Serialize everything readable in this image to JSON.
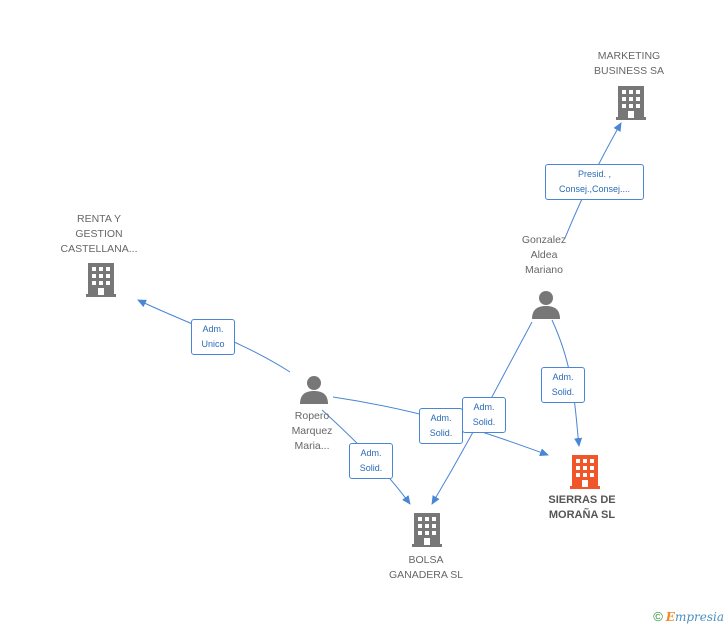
{
  "nodes": {
    "marketing": {
      "lines": [
        "MARKETING",
        "BUSINESS SA"
      ],
      "kind": "company"
    },
    "renta": {
      "lines": [
        "RENTA Y",
        "GESTION",
        "CASTELLANA..."
      ],
      "kind": "company"
    },
    "gonzalez": {
      "lines": [
        "Gonzalez",
        "Aldea",
        "Mariano"
      ],
      "kind": "person"
    },
    "ropero": {
      "lines": [
        "Ropero",
        "Marquez",
        "Maria..."
      ],
      "kind": "person"
    },
    "sierras": {
      "lines": [
        "SIERRAS DE",
        "MORAÑA SL"
      ],
      "kind": "focus-company"
    },
    "bolsa": {
      "lines": [
        "BOLSA",
        "GANADERA SL"
      ],
      "kind": "company"
    }
  },
  "edges": {
    "gonzalez_marketing": {
      "lines": [
        "Presid. ,",
        "Consej.,Consej...."
      ]
    },
    "ropero_renta": {
      "lines": [
        "Adm.",
        "Unico"
      ]
    },
    "gonzalez_sierras": {
      "lines": [
        "Adm.",
        "Solid."
      ]
    },
    "ropero_sierras": {
      "lines": [
        "Adm.",
        "Solid."
      ]
    },
    "gonzalez_bolsa": {
      "lines": [
        "Adm.",
        "Solid."
      ]
    },
    "ropero_bolsa": {
      "lines": [
        "Adm.",
        "Solid."
      ]
    }
  },
  "colors": {
    "company": "#777777",
    "focus": "#f0562a",
    "person": "#777777",
    "edge": "#4a86d4"
  },
  "credit": {
    "symbol": "©",
    "brand_initial": "E",
    "brand_rest": "mpresia"
  }
}
